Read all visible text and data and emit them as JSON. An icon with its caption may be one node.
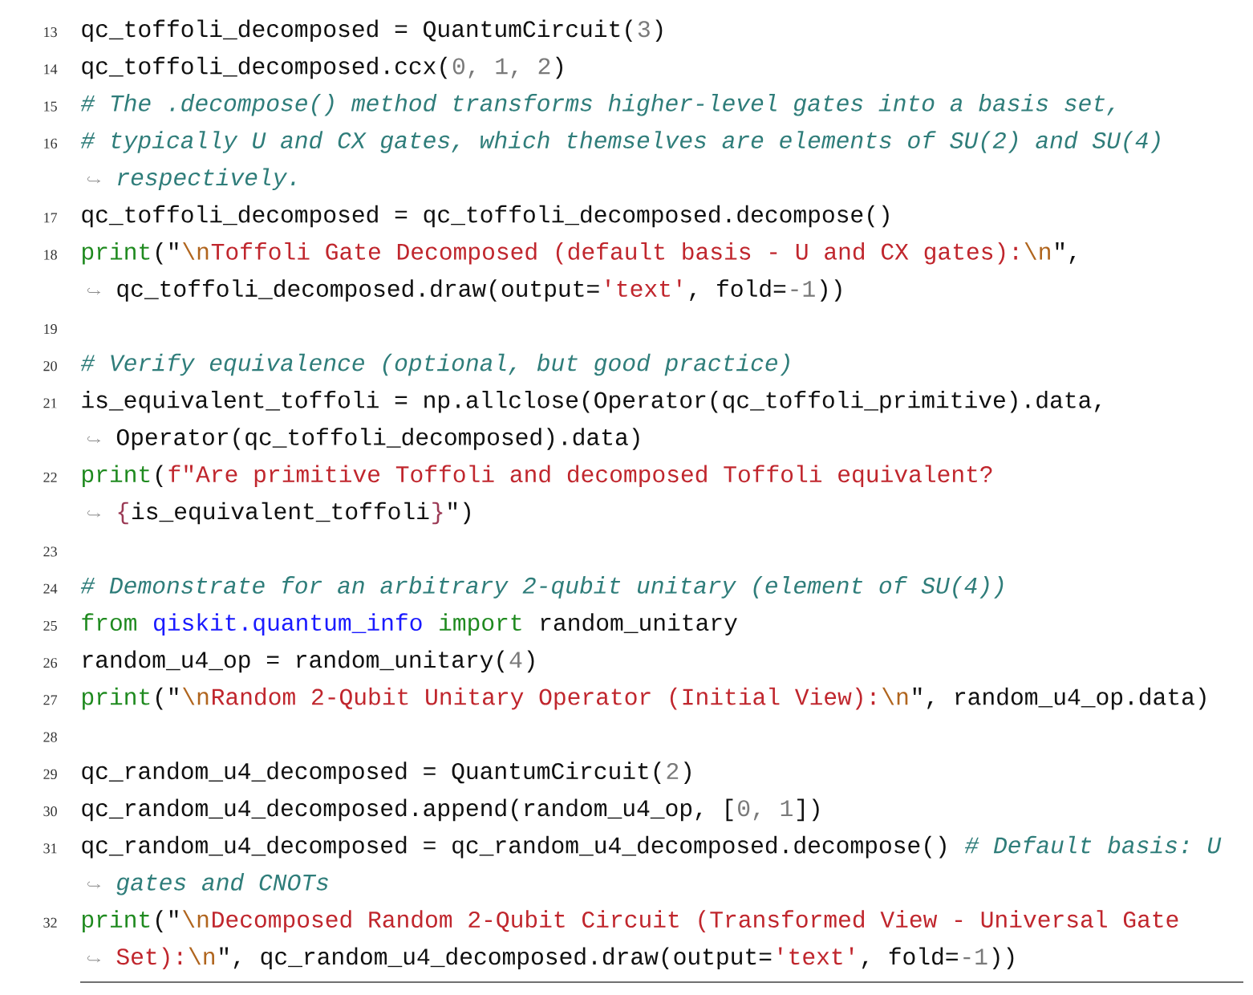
{
  "diagram": {
    "labels": [
      "13",
      "qc_toffoli_decomposed = QuantumCircuit(",
      "3",
      ")",
      "14",
      "qc_toffoli_decomposed.ccx(",
      "0, 1, 2",
      ")",
      "15",
      "# The .decompose() method transforms higher-level gates into a basis set,",
      "16",
      "# typically U and CX gates, which themselves are elements of SU(2) and SU(4)",
      "respectively.",
      "17",
      "qc_toffoli_decomposed = qc_toffoli_decomposed.decompose()",
      "18",
      "print",
      "(\"",
      "\\n",
      "Toffoli Gate Decomposed (default basis - U and CX gates):",
      "\\n",
      "\",",
      "qc_toffoli_decomposed.draw(output=",
      "'text'",
      ", fold=",
      "-1",
      "))",
      "19",
      "20",
      "# Verify equivalence (optional, but good practice)",
      "21",
      "is_equivalent_toffoli = np.allclose(Operator(qc_toffoli_primitive).data,",
      "Operator(qc_toffoli_decomposed).data)",
      "22",
      "print",
      "(",
      "f\"Are primitive Toffoli and decomposed Toffoli equivalent?",
      "{",
      "is_equivalent_toffoli",
      "}",
      "\")",
      "23",
      "24",
      "# Demonstrate for an arbitrary 2-qubit unitary (element of SU(4))",
      "25",
      "from",
      "qiskit.quantum_info",
      "import",
      "random_unitary",
      "26",
      "random_u4_op = random_unitary(",
      "4",
      ")",
      "27",
      "print",
      "(\"",
      "\\n",
      "Random 2-Qubit Unitary Operator (Initial View):",
      "\\n",
      "\", random_u4_op.data)",
      "28",
      "29",
      "qc_random_u4_decomposed = QuantumCircuit(",
      "2",
      ")",
      "30",
      "qc_random_u4_decomposed.append(random_u4_op, [",
      "0, 1",
      "])",
      "31",
      "qc_random_u4_decomposed = qc_random_u4_decomposed.decompose()",
      "# Default basis: U",
      "gates and CNOTs",
      "32",
      "print",
      "(\"",
      "\\n",
      "Decomposed Random 2-Qubit Circuit (Transformed View - Universal Gate",
      "Set):",
      "\\n",
      "\", qc_random_u4_decomposed.draw(output=",
      "'text'",
      ", fold=",
      "-1",
      "))"
    ]
  }
}
